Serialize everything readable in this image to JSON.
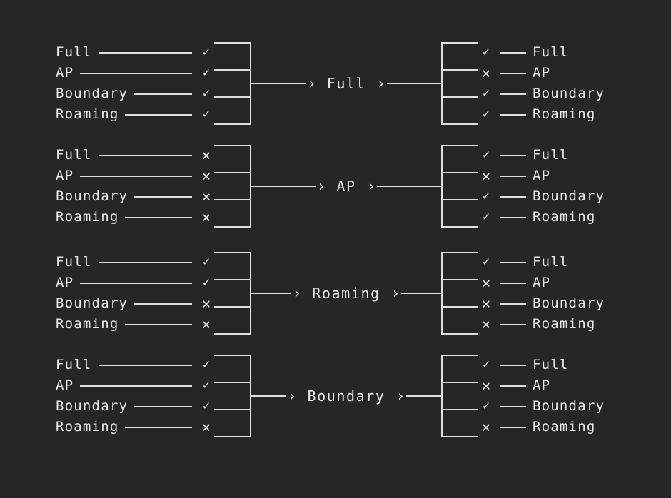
{
  "theme": {
    "background": "#262626",
    "foreground": "#e8e8e8",
    "line": "#e0e0e0"
  },
  "glyphs": {
    "yes": "✓",
    "no": "✕",
    "arrow_head": "›"
  },
  "groups": [
    {
      "state": "Full",
      "inputs": [
        {
          "label": "Full",
          "mark": "✓"
        },
        {
          "label": "AP",
          "mark": "✓"
        },
        {
          "label": "Boundary",
          "mark": "✓"
        },
        {
          "label": "Roaming",
          "mark": "✓"
        }
      ],
      "outputs": [
        {
          "label": "Full",
          "mark": "✓"
        },
        {
          "label": "AP",
          "mark": "✕"
        },
        {
          "label": "Boundary",
          "mark": "✓"
        },
        {
          "label": "Roaming",
          "mark": "✓"
        }
      ]
    },
    {
      "state": "AP",
      "inputs": [
        {
          "label": "Full",
          "mark": "✕"
        },
        {
          "label": "AP",
          "mark": "✕"
        },
        {
          "label": "Boundary",
          "mark": "✕"
        },
        {
          "label": "Roaming",
          "mark": "✕"
        }
      ],
      "outputs": [
        {
          "label": "Full",
          "mark": "✓"
        },
        {
          "label": "AP",
          "mark": "✕"
        },
        {
          "label": "Boundary",
          "mark": "✓"
        },
        {
          "label": "Roaming",
          "mark": "✓"
        }
      ]
    },
    {
      "state": "Roaming",
      "inputs": [
        {
          "label": "Full",
          "mark": "✓"
        },
        {
          "label": "AP",
          "mark": "✓"
        },
        {
          "label": "Boundary",
          "mark": "✕"
        },
        {
          "label": "Roaming",
          "mark": "✕"
        }
      ],
      "outputs": [
        {
          "label": "Full",
          "mark": "✓"
        },
        {
          "label": "AP",
          "mark": "✕"
        },
        {
          "label": "Boundary",
          "mark": "✕"
        },
        {
          "label": "Roaming",
          "mark": "✕"
        }
      ]
    },
    {
      "state": "Boundary",
      "inputs": [
        {
          "label": "Full",
          "mark": "✓"
        },
        {
          "label": "AP",
          "mark": "✓"
        },
        {
          "label": "Boundary",
          "mark": "✓"
        },
        {
          "label": "Roaming",
          "mark": "✕"
        }
      ],
      "outputs": [
        {
          "label": "Full",
          "mark": "✓"
        },
        {
          "label": "AP",
          "mark": "✕"
        },
        {
          "label": "Boundary",
          "mark": "✓"
        },
        {
          "label": "Roaming",
          "mark": "✕"
        }
      ]
    }
  ]
}
